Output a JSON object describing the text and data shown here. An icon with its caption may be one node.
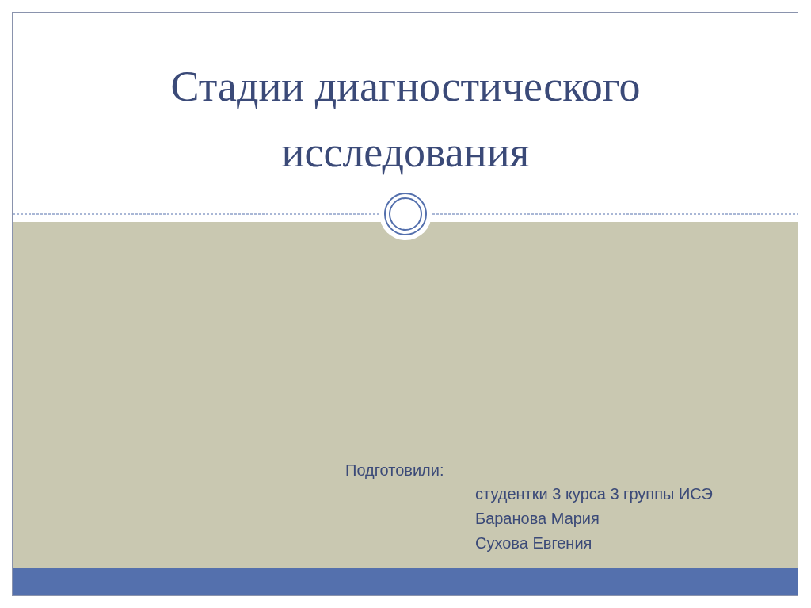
{
  "diagram": {
    "title": "Стадии диагностического исследования",
    "labels": [
      "Подготовили:",
      "студентки 3 курса 3 группы ИСЭ",
      "Баранова Мария",
      "Сухова Евгения"
    ]
  }
}
